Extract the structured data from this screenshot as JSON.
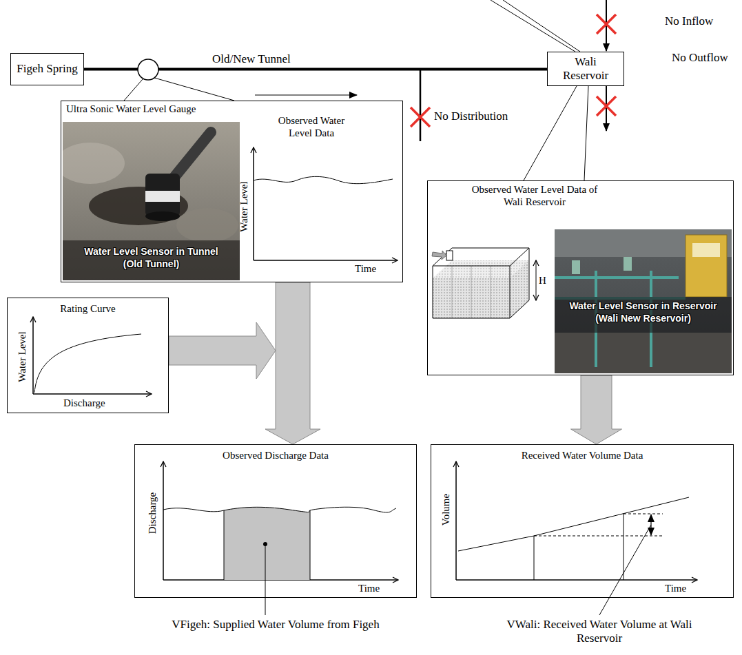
{
  "diagram": {
    "nodes": [
      {
        "text": [
          "Figeh Spring"
        ]
      },
      {
        "text": [
          "Wali Reservoir"
        ]
      },
      {
        "text": [
          "Ultra Sonic Water Level Gauge"
        ]
      },
      {
        "text": [
          "Water Level Sensor in Tunnel (Old Tunnel)"
        ],
        "in": 2
      },
      {
        "text": [
          "Rating Curve"
        ]
      },
      {
        "text": [
          "Observed Water Level Data of Wali Reservoir"
        ]
      },
      {
        "text": [
          "Water Level Sensor in Reservoir (Wali New Reservoir)"
        ],
        "in": 5
      },
      {
        "text": [
          "Observed Discharge Data"
        ]
      },
      {
        "text": [
          "Received Water Volume Data"
        ]
      }
    ],
    "edges": [
      {
        "from": 0,
        "to": 1,
        "arrow": "none",
        "label": "Old/New Tunnel"
      },
      {
        "from": 1,
        "to": 5,
        "arrow": "none"
      },
      {
        "from": 2,
        "to": 7,
        "arrow": "to"
      },
      {
        "from": 4,
        "to": 7,
        "arrow": "to"
      },
      {
        "from": 5,
        "to": 8,
        "arrow": "to"
      }
    ],
    "labels": [
      "No Inflow",
      "No Distribution",
      "No Outflow",
      "Observed Water Level Data",
      "Water Level",
      "Time",
      "Water Level",
      "Discharge",
      "H",
      "Discharge",
      "Time",
      "Volume",
      "Time",
      "VFigeh: Supplied Water Volume from Figeh",
      "VWali: Received Water Volume at Wali Reservoir"
    ]
  }
}
